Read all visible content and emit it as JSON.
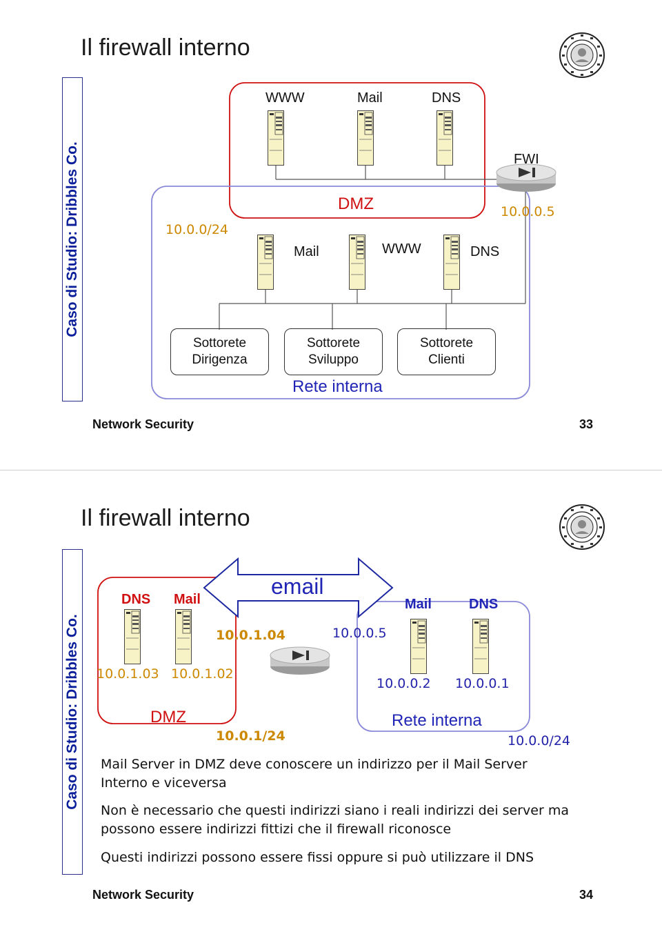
{
  "slide1": {
    "title": "Il firewall interno",
    "sidebar": "Caso di Studio: Dribbles Co.",
    "dmz": {
      "label": "DMZ",
      "servers": [
        "WWW",
        "Mail",
        "DNS"
      ]
    },
    "firewall": {
      "label": "FWI",
      "ip": "10.0.0.5"
    },
    "internal": {
      "label": "Rete interna",
      "network_ip": "10.0.0/24",
      "servers": [
        "Mail",
        "WWW",
        "DNS"
      ],
      "subnets": [
        {
          "line1": "Sottorete",
          "line2": "Dirigenza"
        },
        {
          "line1": "Sottorete",
          "line2": "Sviluppo"
        },
        {
          "line1": "Sottorete",
          "line2": "Clienti"
        }
      ]
    },
    "footer": {
      "text": "Network Security",
      "page": "33"
    }
  },
  "slide2": {
    "title": "Il firewall interno",
    "sidebar": "Caso di Studio: Dribbles Co.",
    "dmz": {
      "label": "DMZ",
      "network_ip": "10.0.1/24",
      "servers": [
        {
          "name": "DNS",
          "ip": "10.0.1.03"
        },
        {
          "name": "Mail",
          "ip": "10.0.1.02"
        }
      ],
      "firewall_ip": "10.0.1.04"
    },
    "email_label": "email",
    "firewall_ip_internal": "10.0.0.5",
    "internal": {
      "label": "Rete interna",
      "network_ip": "10.0.0/24",
      "servers": [
        {
          "name": "Mail",
          "ip": "10.0.0.2"
        },
        {
          "name": "DNS",
          "ip": "10.0.0.1"
        }
      ]
    },
    "paragraphs": [
      {
        "line1": "Mail Server in DMZ deve conoscere un indirizzo per il Mail Server",
        "line2": "Interno e viceversa"
      },
      {
        "line1": "Non è necessario che questi indirizzi siano i reali indirizzi dei server ma",
        "line2": "possono essere indirizzi fittizi che il firewall riconosce"
      },
      {
        "line1": "Questi indirizzi possono essere fissi oppure si può utilizzare il DNS",
        "line2": ""
      }
    ],
    "footer": {
      "text": "Network Security",
      "page": "34"
    }
  },
  "colors": {
    "sidebar_blue": "#0b1f9a",
    "zone_border": "#d01010",
    "internal_border": "#8a8ad8",
    "server_fill": "#f7f3c6",
    "ip_orange": "#cc8800",
    "ip_blue": "#2222aa"
  },
  "icons": [
    "server-icon",
    "firewall-router-icon",
    "university-seal-logo",
    "double-arrow-icon"
  ]
}
